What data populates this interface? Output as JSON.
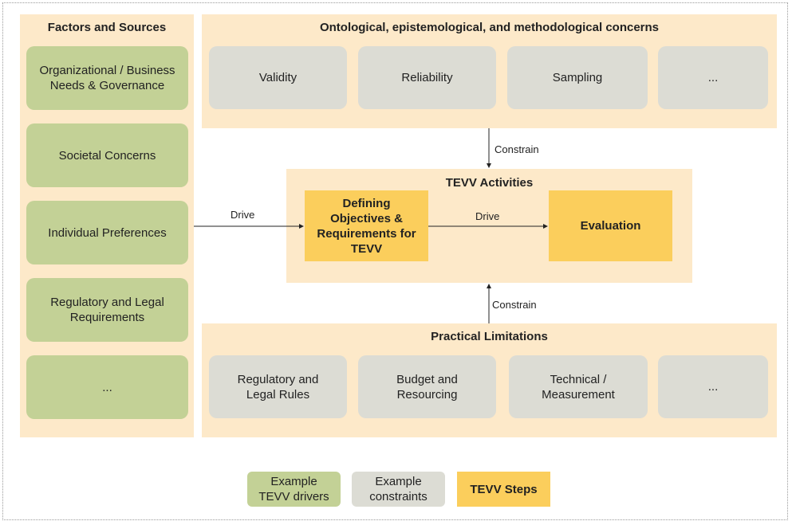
{
  "factors": {
    "title": "Factors and Sources",
    "items": [
      "Organizational / Business Needs & Governance",
      "Societal Concerns",
      "Individual Preferences",
      "Regulatory and Legal Requirements",
      "..."
    ]
  },
  "concerns": {
    "title": "Ontological, epistemological, and methodological concerns",
    "items": [
      "Validity",
      "Reliability",
      "Sampling",
      "..."
    ]
  },
  "tevv": {
    "title": "TEVV Activities",
    "step1": "Defining Objectives & Requirements for TEVV",
    "step2": "Evaluation"
  },
  "limitations": {
    "title": "Practical Limitations",
    "items": [
      "Regulatory and Legal Rules",
      "Budget and Resourcing",
      "Technical / Measurement",
      "..."
    ]
  },
  "edges": {
    "drive_left": "Drive",
    "drive_mid": "Drive",
    "constrain_top": "Constrain",
    "constrain_bottom": "Constrain"
  },
  "legend": {
    "drivers": "Example TEVV drivers",
    "constraints": "Example constraints",
    "steps": "TEVV Steps"
  },
  "colors": {
    "panel": "#fde9c9",
    "driver": "#c3d196",
    "constraint": "#dcdcd4",
    "step": "#fbce5c"
  }
}
